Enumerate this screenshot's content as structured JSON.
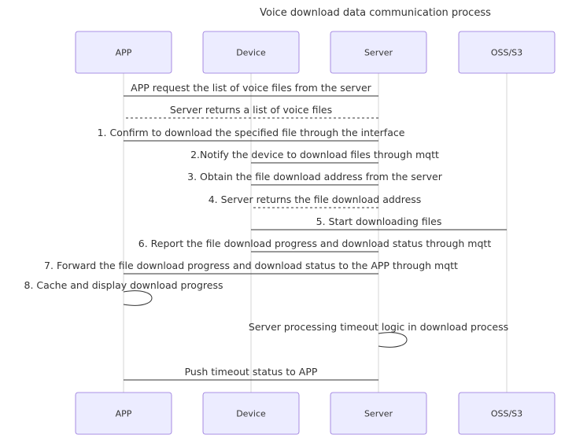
{
  "title": "Voice download data communication process",
  "actors": [
    "APP",
    "Device",
    "Server",
    "OSS/S3"
  ],
  "messages": [
    {
      "from": 2,
      "to": 0,
      "style": "solid",
      "label": "APP request the list of voice files from the server"
    },
    {
      "from": 2,
      "to": 0,
      "style": "dotted",
      "label": "Server returns a list of voice files"
    },
    {
      "from": 0,
      "to": 2,
      "style": "solid",
      "label": "1. Confirm to download the specified file through the interface"
    },
    {
      "from": 2,
      "to": 1,
      "style": "solid",
      "label": "2.Notify the device to download files through mqtt"
    },
    {
      "from": 1,
      "to": 2,
      "style": "solid",
      "label": "3. Obtain the file download address from the server"
    },
    {
      "from": 2,
      "to": 1,
      "style": "dotted",
      "label": "4. Server returns the file download address"
    },
    {
      "from": 1,
      "to": 3,
      "style": "solid",
      "label": "5. Start downloading files"
    },
    {
      "from": 1,
      "to": 2,
      "style": "solid",
      "label": "6. Report the file download progress and download status through mqtt"
    },
    {
      "from": 2,
      "to": 0,
      "style": "solid",
      "label": "7. Forward the file download progress and download status to the APP through mqtt"
    },
    {
      "from": 0,
      "to": 0,
      "style": "self",
      "label": "8. Cache and display download progress"
    },
    {
      "from": 2,
      "to": 2,
      "style": "self",
      "label": "Server processing timeout logic in download process"
    },
    {
      "from": 2,
      "to": 0,
      "style": "solid",
      "label": "Push timeout status to APP"
    }
  ]
}
